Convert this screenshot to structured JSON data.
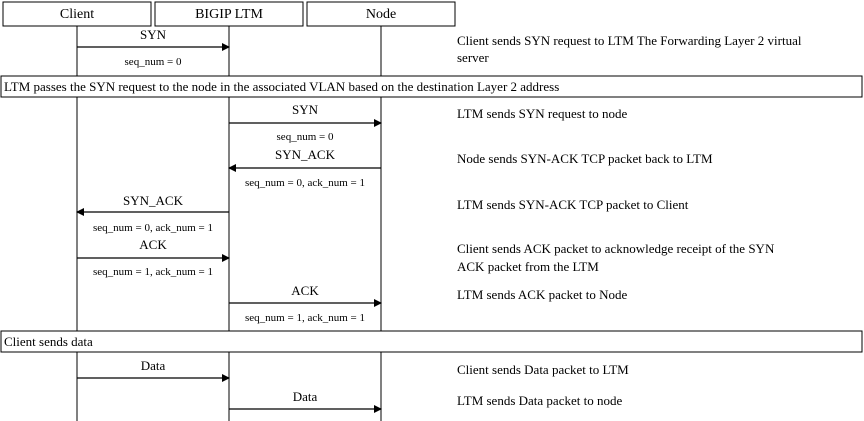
{
  "participants": [
    {
      "id": "client",
      "label": "Client"
    },
    {
      "id": "ltm",
      "label": "BIGIP LTM"
    },
    {
      "id": "node",
      "label": "Node"
    }
  ],
  "bands": [
    {
      "text": "LTM passes the SYN request to the node in the associated VLAN based on the destination Layer 2 address"
    },
    {
      "text": "Client sends data"
    }
  ],
  "messages": [
    {
      "label": "SYN",
      "sub": "seq_num = 0",
      "from": "client",
      "to": "ltm"
    },
    {
      "label": "SYN",
      "sub": "seq_num = 0",
      "from": "ltm",
      "to": "node"
    },
    {
      "label": "SYN_ACK",
      "sub": "seq_num = 0, ack_num = 1",
      "from": "node",
      "to": "ltm"
    },
    {
      "label": "SYN_ACK",
      "sub": "seq_num = 0, ack_num = 1",
      "from": "ltm",
      "to": "client"
    },
    {
      "label": "ACK",
      "sub": "seq_num = 1, ack_num = 1",
      "from": "client",
      "to": "ltm"
    },
    {
      "label": "ACK",
      "sub": "seq_num = 1, ack_num = 1",
      "from": "ltm",
      "to": "node"
    },
    {
      "label": "Data",
      "sub": "",
      "from": "client",
      "to": "ltm"
    },
    {
      "label": "Data",
      "sub": "",
      "from": "ltm",
      "to": "node"
    }
  ],
  "notes": [
    {
      "lines": [
        "Client sends SYN request to LTM The Forwarding Layer 2 virtual",
        "server"
      ]
    },
    {
      "lines": [
        "LTM sends SYN request to node"
      ]
    },
    {
      "lines": [
        "Node sends SYN-ACK TCP packet back to LTM"
      ]
    },
    {
      "lines": [
        "LTM sends SYN-ACK TCP packet to Client"
      ]
    },
    {
      "lines": [
        "Client sends ACK packet to acknowledge receipt of the SYN",
        "ACK packet from the LTM"
      ]
    },
    {
      "lines": [
        "LTM sends ACK packet to Node"
      ]
    },
    {
      "lines": [
        "Client sends Data packet to LTM"
      ]
    },
    {
      "lines": [
        "LTM sends Data packet to node"
      ]
    }
  ]
}
